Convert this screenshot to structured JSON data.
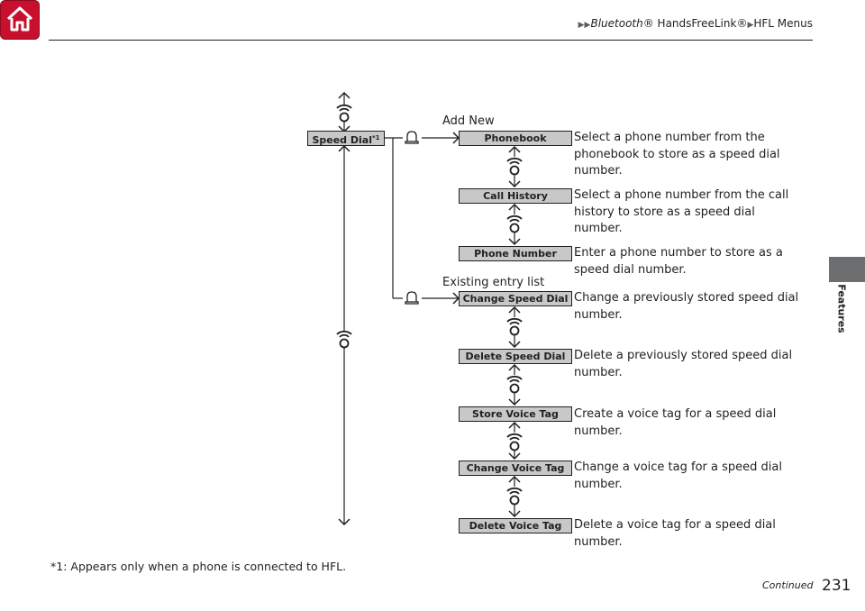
{
  "header": {
    "breadcrumb_1": "Bluetooth",
    "breadcrumb_2": "® HandsFreeLink®",
    "breadcrumb_3": "HFL Menus"
  },
  "side_tab": {
    "label": "Features"
  },
  "diagram": {
    "speed_dial_label": "Speed Dial",
    "speed_dial_note": "*1",
    "branch_add_new": "Add New",
    "branch_existing": "Existing entry list",
    "items": [
      {
        "label": "Phonebook",
        "desc": "Select a phone number from the phonebook to store as a speed dial number."
      },
      {
        "label": "Call History",
        "desc": "Select a phone number from the call history to store as a speed dial number."
      },
      {
        "label": "Phone Number",
        "desc": "Enter a phone number to store as a speed dial number."
      },
      {
        "label": "Change Speed Dial",
        "desc": "Change a previously stored speed dial number."
      },
      {
        "label": "Delete Speed Dial",
        "desc": "Delete a previously stored speed dial number."
      },
      {
        "label": "Store Voice Tag",
        "desc": "Create a voice tag for a speed dial number."
      },
      {
        "label": "Change Voice Tag",
        "desc": "Change a voice tag for a speed dial number."
      },
      {
        "label": "Delete Voice Tag",
        "desc": "Delete a voice tag for a speed dial number."
      }
    ]
  },
  "footer": {
    "footnote": "*1: Appears only when a phone is connected to HFL.",
    "continued": "Continued",
    "page_number": "231"
  },
  "icons": {
    "home": "home-icon",
    "selector_knob": "selector-knob-icon",
    "press_button": "press-button-icon"
  },
  "colors": {
    "home_button": "#c8102e",
    "side_tab": "#6d6e70",
    "menu_box": "#c8c8c8"
  }
}
